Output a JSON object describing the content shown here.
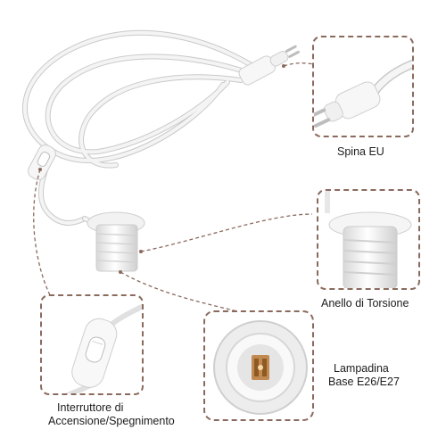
{
  "colors": {
    "accent_dashed": "#8b6a5e",
    "cable": "#f4f4f4",
    "cable_shadow": "#c9c9c9",
    "plug_pin": "#bdbdbd",
    "socket_contact": "#b8742a"
  },
  "labels": {
    "plug": "Spina EU",
    "ring": "Anello di Torsione",
    "bulb_line1": "Lampadina",
    "bulb_line2": "Base E26/E27",
    "switch_line1": "Interruttore di",
    "switch_line2": "Accensione/Spegnimento"
  },
  "icons": {
    "plug": "eu-plug-icon",
    "ring": "lamp-socket-ring-icon",
    "bulb_base": "e27-socket-icon",
    "switch": "inline-switch-icon"
  }
}
